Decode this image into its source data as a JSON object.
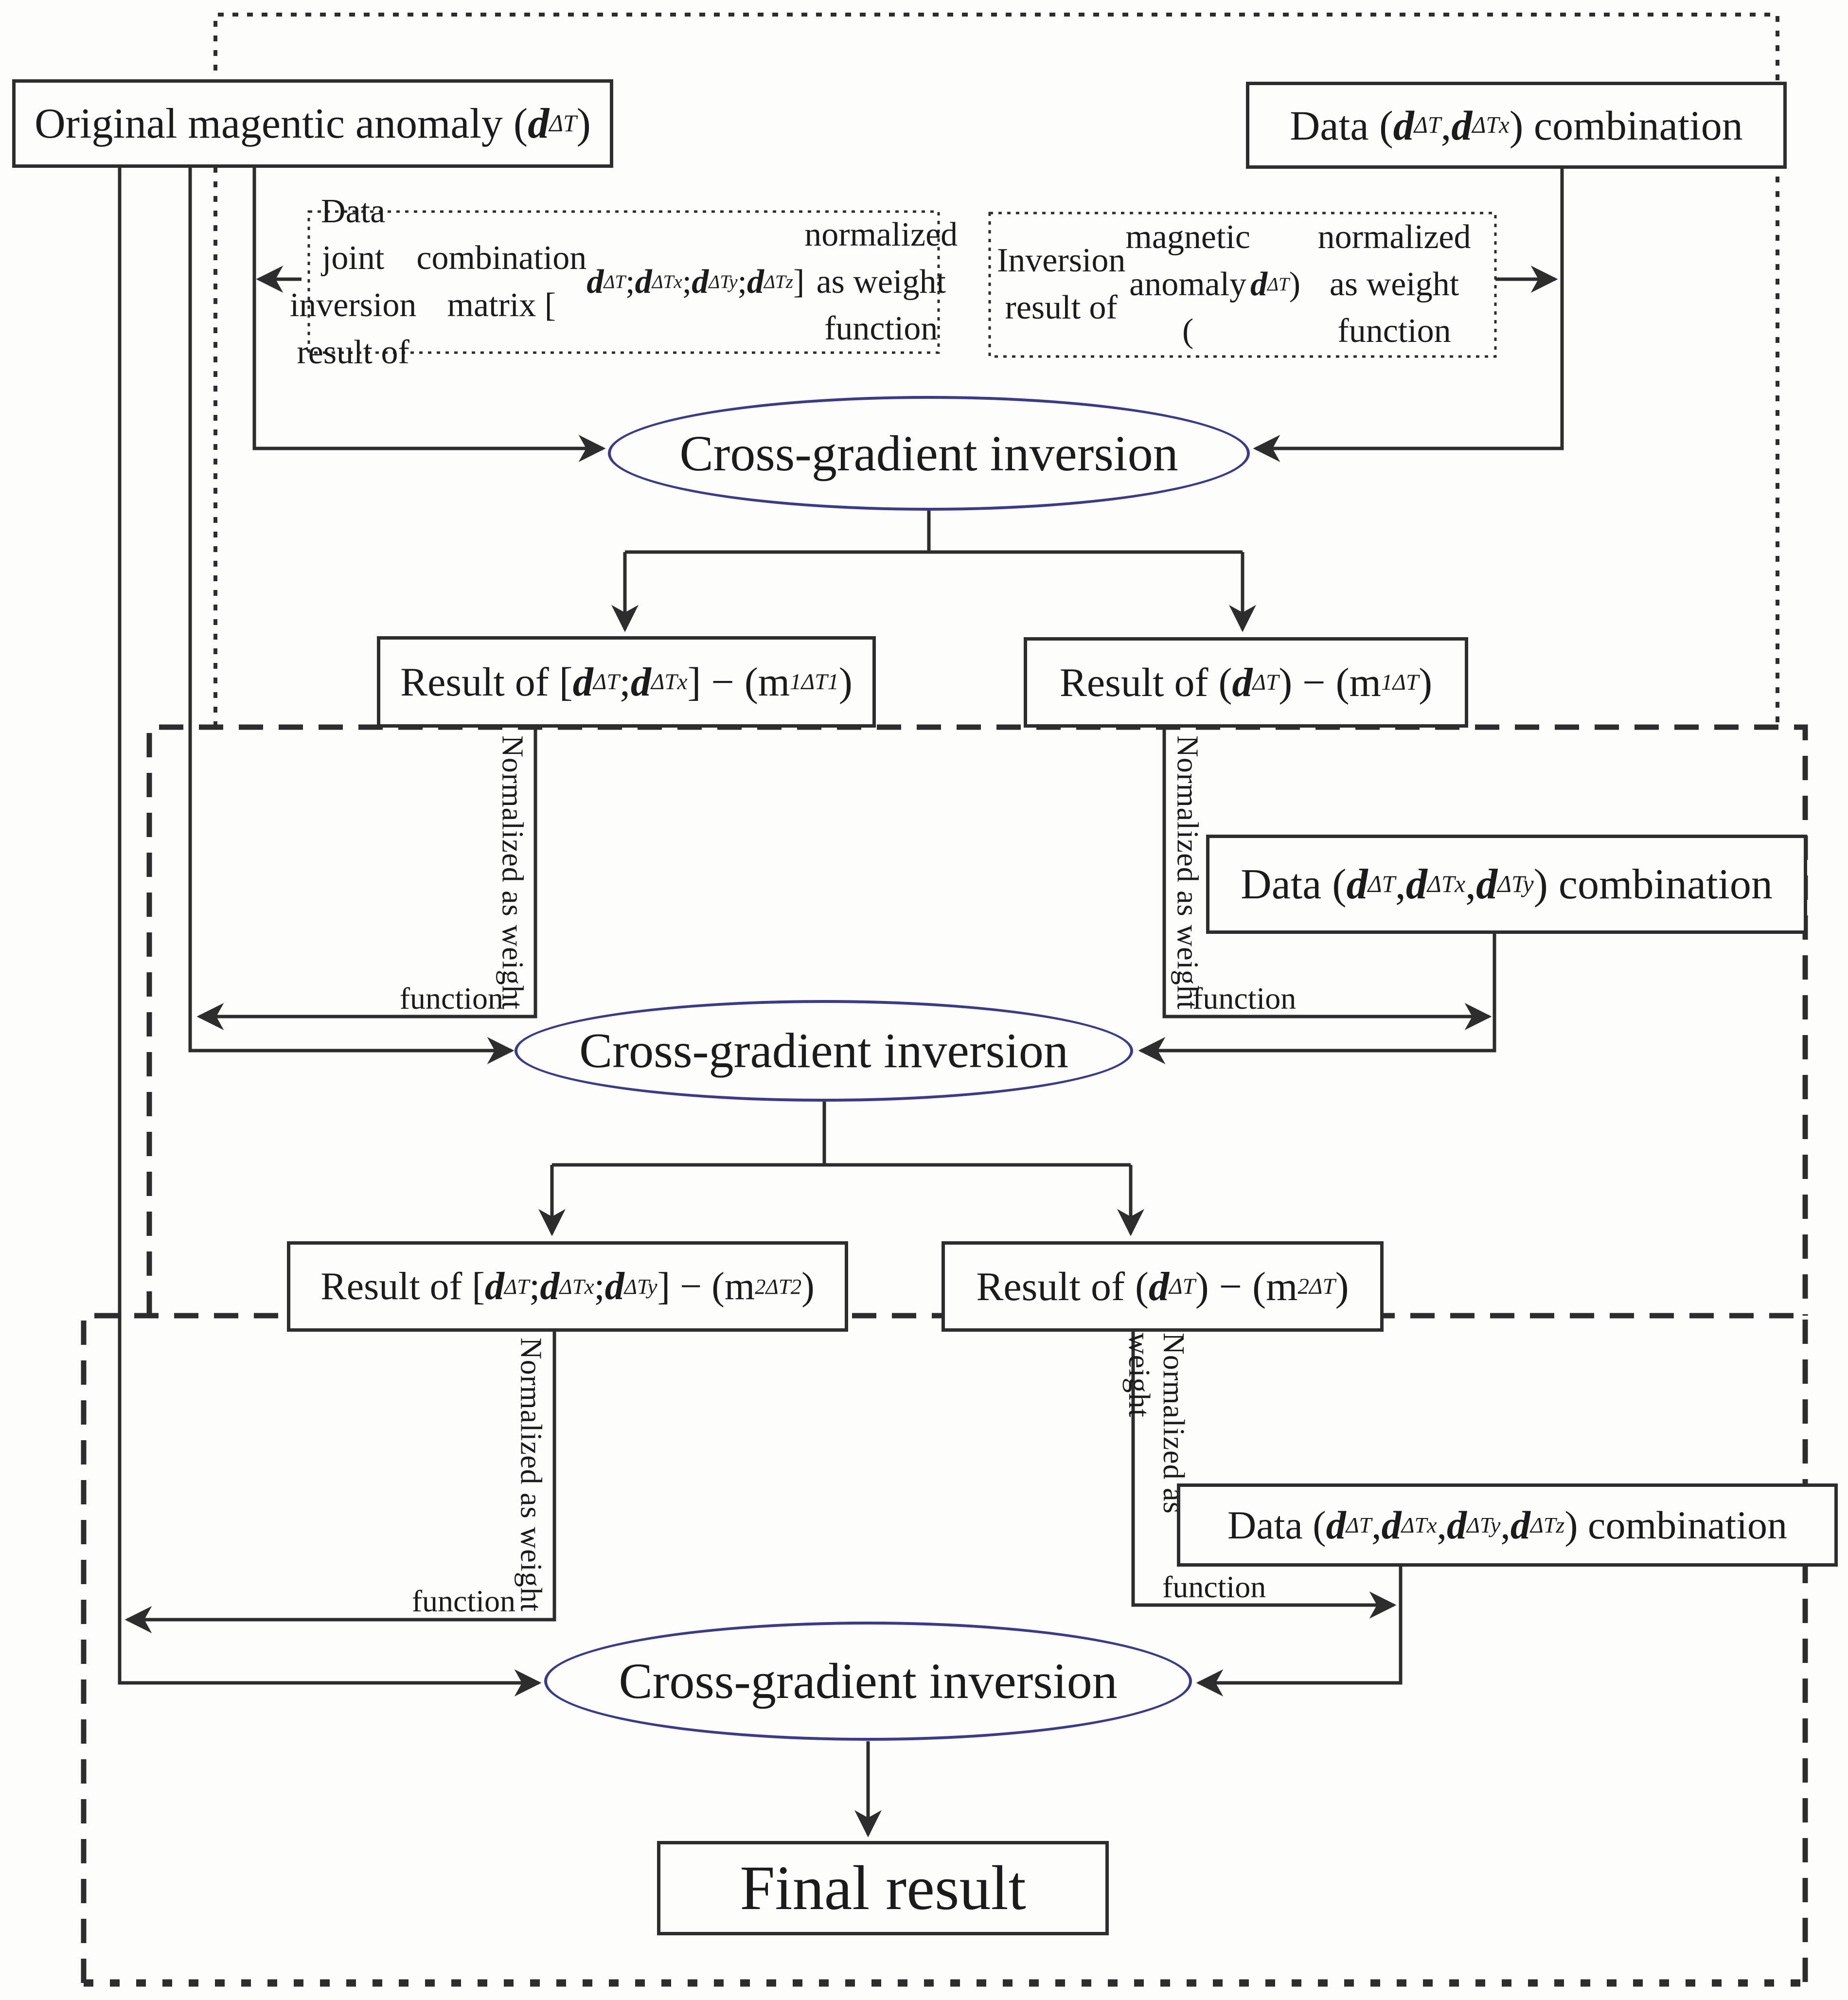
{
  "labels": {
    "ellipse": "Cross-gradient inversion",
    "weight_vertical": "Normalized as weight",
    "weight_horizontal": "function",
    "final": "Final result"
  },
  "nodes": {
    "original": [
      {
        "t": "Original magentic anomaly ("
      },
      {
        "t": "d",
        "b": true,
        "i": true
      },
      {
        "t": "ΔT",
        "sub": true
      },
      {
        "t": ")"
      }
    ],
    "data1": [
      {
        "t": "Data ("
      },
      {
        "t": "d",
        "b": true,
        "i": true
      },
      {
        "t": "ΔT",
        "sub": true
      },
      {
        "t": ","
      },
      {
        "t": "d",
        "b": true,
        "i": true
      },
      {
        "t": "ΔTx",
        "sub": true
      },
      {
        "t": ") combination"
      }
    ],
    "joint_dotted": [
      {
        "t": "Data joint inversion result of"
      },
      {
        "br": true
      },
      {
        "t": "combination matrix ["
      },
      {
        "t": "d",
        "b": true,
        "i": true
      },
      {
        "t": "ΔT",
        "sub": true
      },
      {
        "t": ";"
      },
      {
        "t": "d",
        "b": true,
        "i": true
      },
      {
        "t": "ΔTx",
        "sub": true
      },
      {
        "t": ";"
      },
      {
        "t": "d",
        "b": true,
        "i": true
      },
      {
        "t": "ΔTy",
        "sub": true
      },
      {
        "t": ";"
      },
      {
        "t": "d",
        "b": true,
        "i": true
      },
      {
        "t": "ΔTz",
        "sub": true
      },
      {
        "t": "]"
      },
      {
        "br": true
      },
      {
        "t": "normalized as weight function"
      }
    ],
    "single_dotted": [
      {
        "t": "Inversion result of"
      },
      {
        "br": true
      },
      {
        "t": "magnetic anomaly ("
      },
      {
        "t": "d",
        "b": true,
        "i": true
      },
      {
        "t": "ΔT",
        "sub": true
      },
      {
        "t": ")"
      },
      {
        "br": true
      },
      {
        "t": "normalized as weight function"
      }
    ],
    "result_l1": [
      {
        "t": "Result of ["
      },
      {
        "t": "d",
        "b": true,
        "i": true
      },
      {
        "t": "ΔT",
        "sub": true
      },
      {
        "t": ";"
      },
      {
        "t": "d",
        "b": true,
        "i": true
      },
      {
        "t": "ΔTx",
        "sub": true
      },
      {
        "t": "] − (m"
      },
      {
        "t": "1ΔT1",
        "sub": true
      },
      {
        "t": ")"
      }
    ],
    "result_r1": [
      {
        "t": "Result of ("
      },
      {
        "t": "d",
        "b": true,
        "i": true
      },
      {
        "t": "ΔT",
        "sub": true
      },
      {
        "t": ") − (m"
      },
      {
        "t": "1ΔT",
        "sub": true
      },
      {
        "t": ")"
      }
    ],
    "data2": [
      {
        "t": "Data ("
      },
      {
        "t": "d",
        "b": true,
        "i": true
      },
      {
        "t": "ΔT",
        "sub": true
      },
      {
        "t": ","
      },
      {
        "t": "d",
        "b": true,
        "i": true
      },
      {
        "t": "ΔTx",
        "sub": true
      },
      {
        "t": ","
      },
      {
        "t": "d",
        "b": true,
        "i": true
      },
      {
        "t": "ΔTy",
        "sub": true
      },
      {
        "t": ") combination"
      }
    ],
    "result_l2": [
      {
        "t": "Result of ["
      },
      {
        "t": "d",
        "b": true,
        "i": true
      },
      {
        "t": "ΔT",
        "sub": true
      },
      {
        "t": ";"
      },
      {
        "t": "d",
        "b": true,
        "i": true
      },
      {
        "t": "ΔTx",
        "sub": true
      },
      {
        "t": ";"
      },
      {
        "t": "d",
        "b": true,
        "i": true
      },
      {
        "t": "ΔTy",
        "sub": true
      },
      {
        "t": "] − (m"
      },
      {
        "t": "2ΔT2",
        "sub": true
      },
      {
        "t": ")"
      }
    ],
    "result_r2": [
      {
        "t": "Result of ("
      },
      {
        "t": "d",
        "b": true,
        "i": true
      },
      {
        "t": "ΔT",
        "sub": true
      },
      {
        "t": ") − (m"
      },
      {
        "t": "2ΔT",
        "sub": true
      },
      {
        "t": ")"
      }
    ],
    "data3": [
      {
        "t": "Data ("
      },
      {
        "t": "d",
        "b": true,
        "i": true
      },
      {
        "t": "ΔT",
        "sub": true
      },
      {
        "t": ","
      },
      {
        "t": "d",
        "b": true,
        "i": true
      },
      {
        "t": "ΔTx",
        "sub": true
      },
      {
        "t": ","
      },
      {
        "t": "d",
        "b": true,
        "i": true
      },
      {
        "t": "ΔTy",
        "sub": true
      },
      {
        "t": ","
      },
      {
        "t": "d",
        "b": true,
        "i": true
      },
      {
        "t": "ΔTz",
        "sub": true
      },
      {
        "t": ") combination"
      }
    ]
  },
  "colors": {
    "line": "#2d2d2d",
    "ellipse_stroke": "#3b3b8a",
    "background": "#fdfdfc",
    "text": "#1b1b1b"
  }
}
